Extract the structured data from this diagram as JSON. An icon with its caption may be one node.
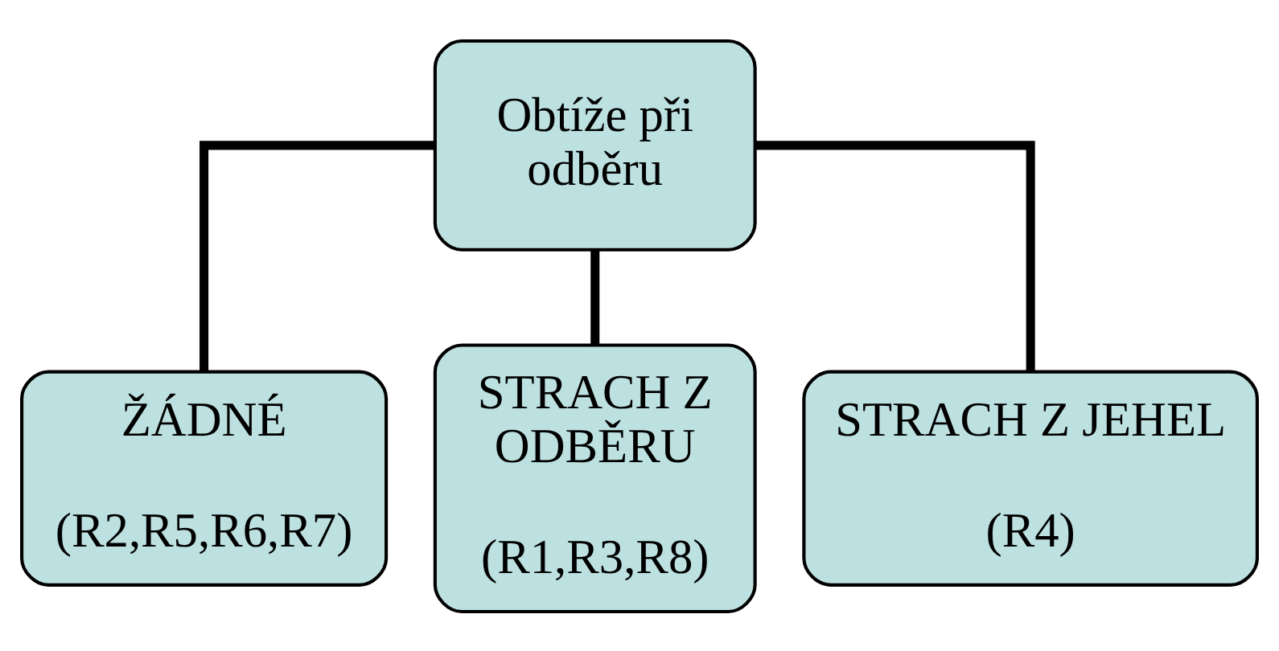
{
  "diagram": {
    "nodes": [
      {
        "text": [
          "Obtíže při odběru"
        ]
      },
      {
        "text": [
          "ŽÁDNÉ",
          "(R2,R5,R6,R7)"
        ]
      },
      {
        "text": [
          "STRACH Z ODBĚRU",
          "(R1,R3,R8)"
        ]
      },
      {
        "text": [
          "STRACH Z JEHEL",
          "(R4)"
        ]
      }
    ],
    "edges": [
      {
        "from": 0,
        "to": 1,
        "arrow": "none"
      },
      {
        "from": 0,
        "to": 2,
        "arrow": "none"
      },
      {
        "from": 0,
        "to": 3,
        "arrow": "none"
      }
    ]
  }
}
